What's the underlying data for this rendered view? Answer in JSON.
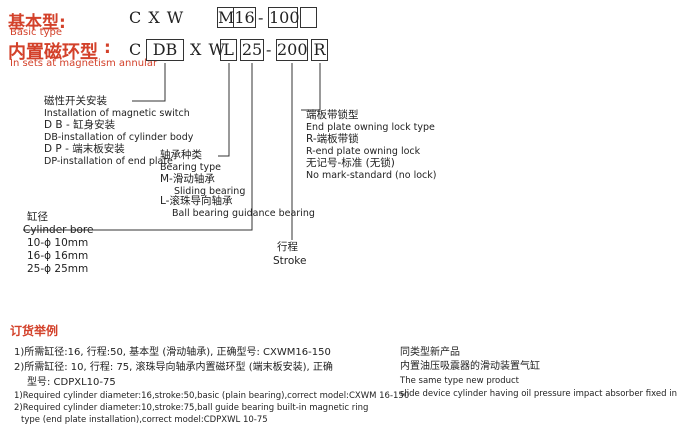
{
  "basic": {
    "title": "基本型:",
    "subtitle": "Basic type",
    "code_a": "C X W",
    "boxes": [
      "M",
      "16",
      "-",
      "100",
      ""
    ]
  },
  "annular": {
    "title": "内置磁环型",
    "colon": ":",
    "subtitle": "In sets at magnetism annular",
    "code": [
      "C",
      "DB",
      "X W",
      "L",
      "25",
      "-",
      "200",
      "R"
    ]
  },
  "switch_install": {
    "cn": "磁性开关安装",
    "en": "Installation of magnetic switch",
    "db_cn": "D B - 缸身安装",
    "db_en": "DB-installation of cylinder body",
    "dp_cn": "D P - 端末板安装",
    "dp_en": "DP-installation of end plate"
  },
  "bearing": {
    "cn": "轴承种类",
    "en": "Bearing type",
    "m_cn": "M-滑动轴承",
    "m_en": "Sliding bearing",
    "l_cn": "L-滚珠导向轴承",
    "l_en": "Ball bearing guidance bearing"
  },
  "bore": {
    "cn": "缸径",
    "en": "Cylinder bore",
    "items": [
      "10-ϕ 10mm",
      "16-ϕ 16mm",
      "25-ϕ 25mm"
    ]
  },
  "stroke": {
    "cn": "行程",
    "en": "Stroke"
  },
  "lock": {
    "cn": "端板带锁型",
    "en": "End plate owning lock type",
    "r_cn": "R-端板带锁",
    "r_en": "R-end plate owning lock",
    "none_cn": "无记号-标准 (无锁)",
    "none_en": "No mark-standard (no lock)"
  },
  "order": {
    "heading": "订货举例",
    "ex1_cn": "1)所需缸径:16, 行程:50, 基本型 (滑动轴承), 正确型号: CXWM16-150",
    "ex2_cn": "2)所需缸径: 10, 行程: 75, 滚珠导向轴承内置磁环型 (端末板安装), 正确",
    "ex2_cn_b": "型号: CDPXL10-75",
    "ex1_en": "1)Required cylinder diameter:16,stroke:50,basic (plain bearing),correct model:CXWM 16-150",
    "ex2_en": "2)Required cylinder diameter:10,stroke:75,ball guide bearing built-in magnetic ring",
    "ex2_en_b": "type (end plate installation),correct model:CDPXWL 10-75"
  },
  "new_product": {
    "cn1": "同类型新产品",
    "cn2": "内置油压吸震器的滑动装置气缸",
    "en1": "The same type new product",
    "en2": "slide device cylinder having oil pressure impact absorber fixed in"
  }
}
